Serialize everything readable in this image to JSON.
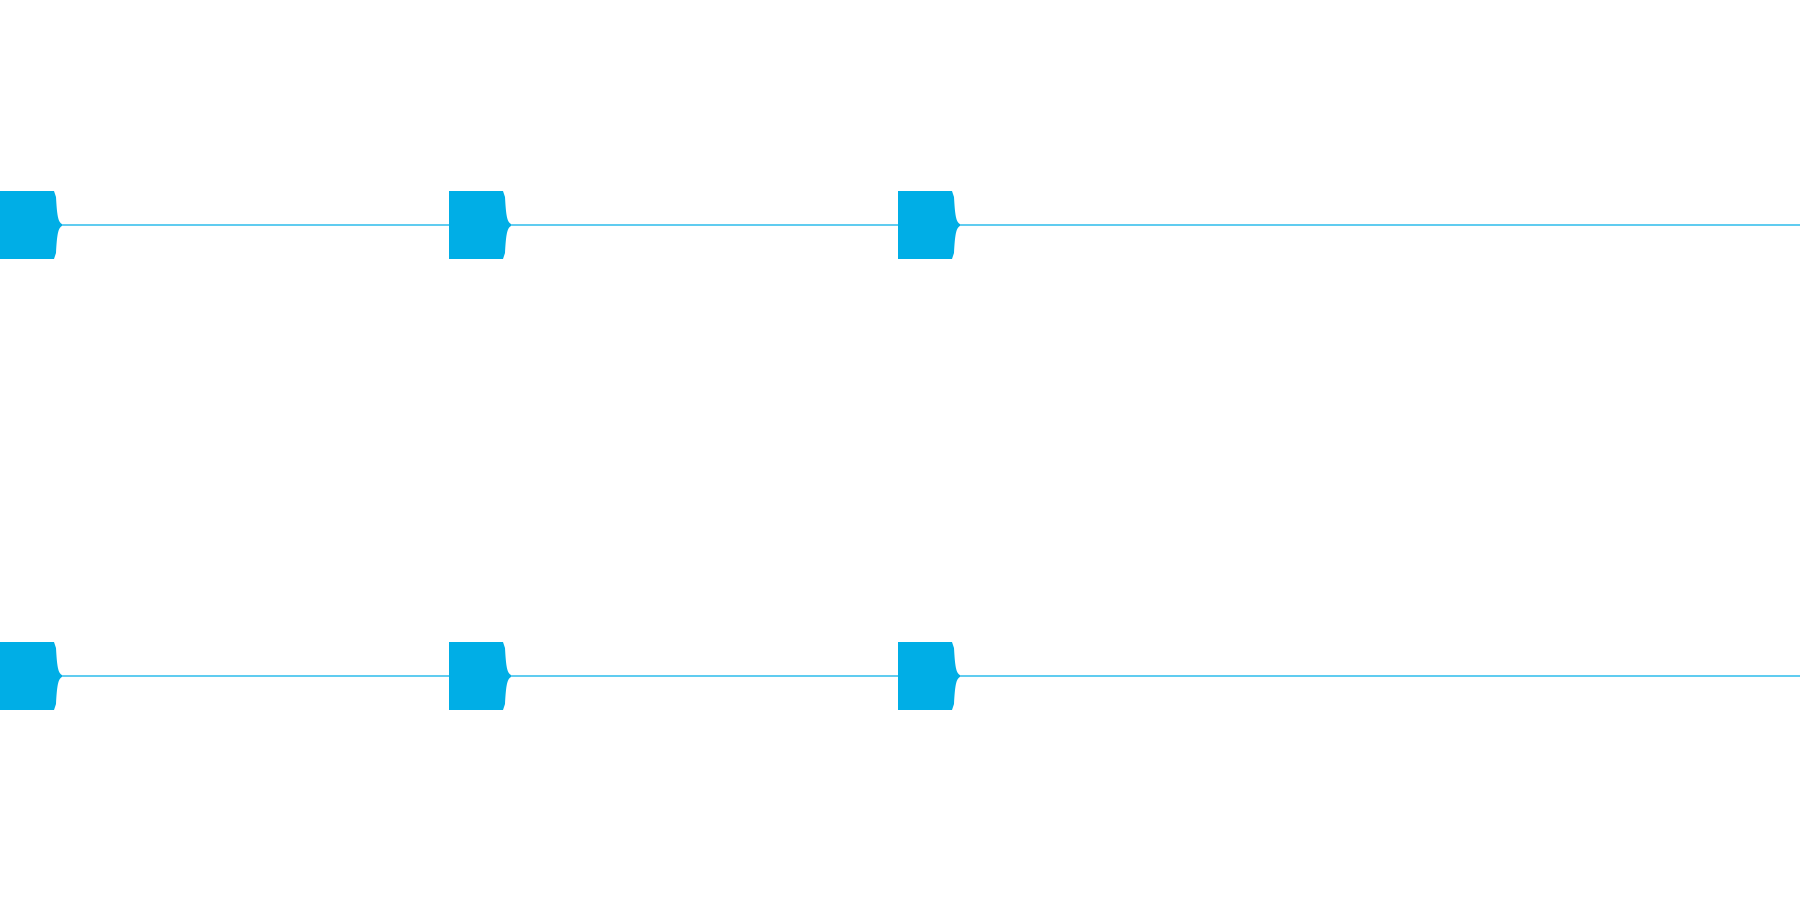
{
  "theme": {
    "background": "#ffffff",
    "accent": "#00aee6"
  },
  "rows": [
    {
      "name": "timeline-row-1",
      "markers": 3
    },
    {
      "name": "timeline-row-2",
      "markers": 3
    }
  ]
}
